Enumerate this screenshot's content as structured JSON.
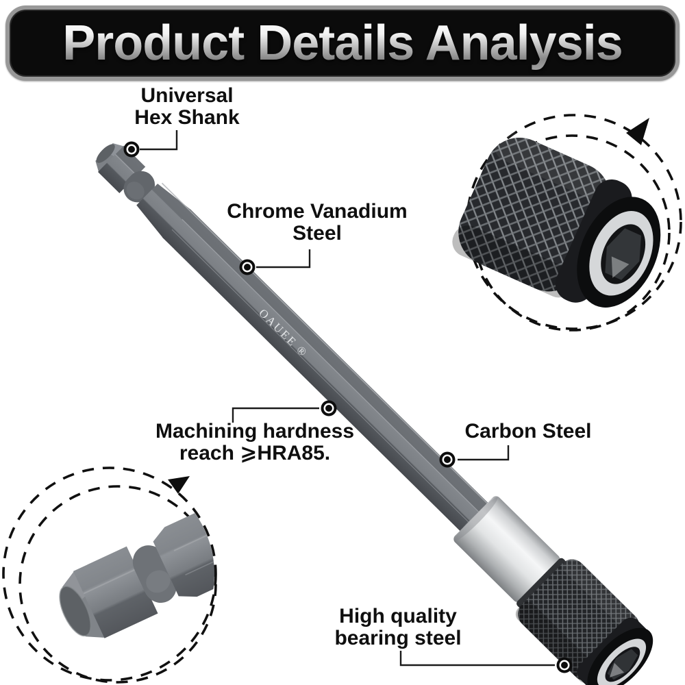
{
  "banner": {
    "title": "Product Details Analysis"
  },
  "tool": {
    "brand_text": "OAUEE ®"
  },
  "callouts": [
    {
      "label_line1": "Universal",
      "label_line2": "Hex Shank"
    },
    {
      "label_line1": "Chrome Vanadium",
      "label_line2": "Steel"
    },
    {
      "label_line1": "Machining hardness",
      "label_line2": "reach ⩾HRA85."
    },
    {
      "label_line1": "Carbon Steel",
      "label_line2": ""
    },
    {
      "label_line1": "High quality",
      "label_line2": "bearing steel"
    }
  ],
  "colors": {
    "background": "#ffffff",
    "banner_bg": "#0b0b0b",
    "banner_border": "#989898",
    "label_text": "#0f0f0f",
    "callout_line": "#1a1a1a",
    "shaft_gray": "#7d8186",
    "collar_silver": "#f2f3f4",
    "sleeve_black": "#232528",
    "socket_silver": "#d5d7d9"
  }
}
